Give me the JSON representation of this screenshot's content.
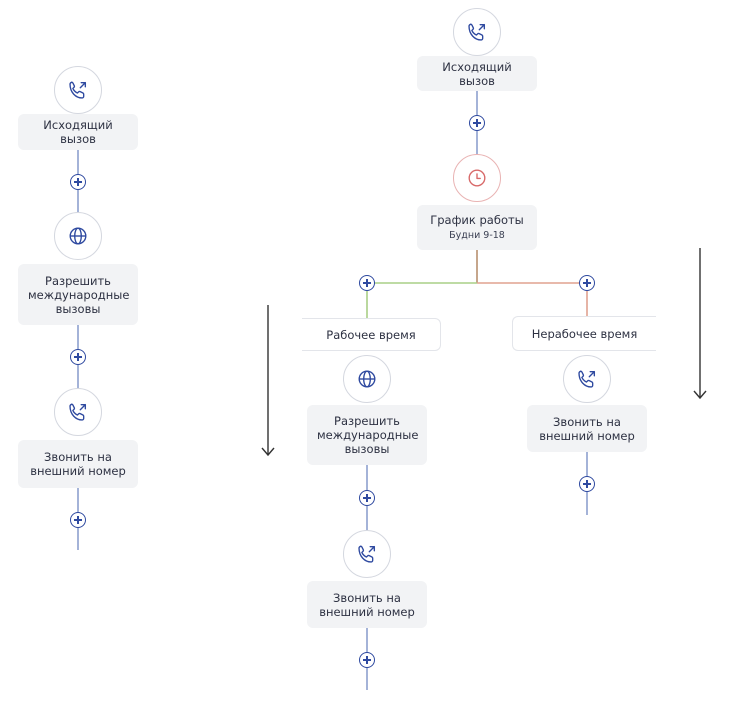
{
  "colors": {
    "connector": "#8da0cf",
    "plus": "#2f4aa0",
    "icon": "#2f4aa0",
    "clock": "#d86a6a",
    "branch_work": "#a9cf86",
    "branch_offwork": "#e0a28f",
    "branch_join": "#b8906f",
    "arrow": "#333333"
  },
  "left_flow": {
    "outgoing": {
      "icon": "phone-outgoing-icon",
      "label": "Исходящий вызов"
    },
    "international": {
      "icon": "globe-icon",
      "label": "Разрешить международные вызовы"
    },
    "external": {
      "icon": "phone-outgoing-icon",
      "label": "Звонить на внешний номер"
    }
  },
  "right_flow": {
    "outgoing": {
      "icon": "phone-outgoing-icon",
      "label": "Исходящий вызов"
    },
    "schedule": {
      "icon": "clock-icon",
      "label": "График работы",
      "sub": "Будни 9-18"
    },
    "branch_work": {
      "label": "Рабочее время",
      "international": {
        "icon": "globe-icon",
        "label": "Разрешить международные вызовы"
      },
      "external": {
        "icon": "phone-outgoing-icon",
        "label": "Звонить на внешний номер"
      }
    },
    "branch_offwork": {
      "label": "Нерабочее время",
      "external": {
        "icon": "phone-outgoing-icon",
        "label": "Звонить на внешний номер"
      }
    }
  }
}
